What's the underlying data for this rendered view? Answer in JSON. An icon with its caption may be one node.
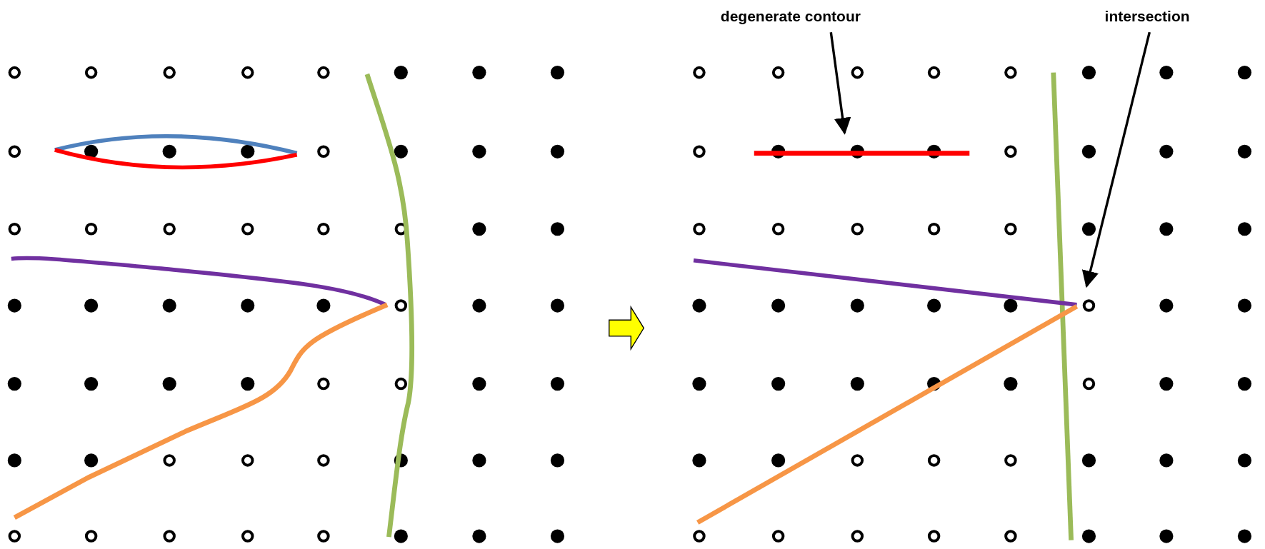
{
  "diagram": {
    "nodes": [
      {
        "text": [],
        "shape": "picture"
      },
      {
        "text": [],
        "shape": "picture"
      },
      {
        "text": [
          "degenerate contour"
        ]
      },
      {
        "text": [
          "intersection"
        ]
      }
    ],
    "edges": [
      {
        "from": 0,
        "to": 1,
        "arrow": "to",
        "color": "#ffff00",
        "style": "thick"
      },
      {
        "from": 2,
        "to": 1,
        "arrow": "to"
      },
      {
        "from": 3,
        "to": 1,
        "arrow": "to"
      }
    ]
  }
}
